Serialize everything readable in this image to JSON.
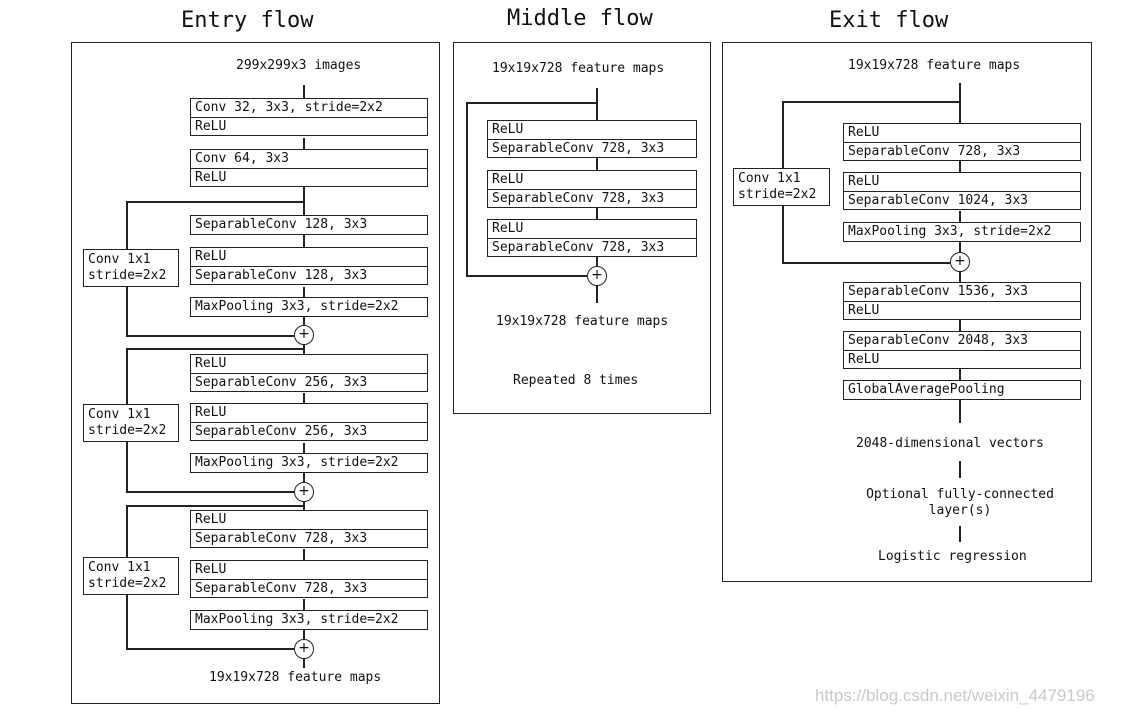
{
  "titles": {
    "entry": "Entry flow",
    "middle": "Middle flow",
    "exit": "Exit flow"
  },
  "entry": {
    "input": "299x299x3 images",
    "output": "19x19x728 feature maps",
    "conv1": [
      "Conv 32, 3x3, stride=2x2",
      "ReLU"
    ],
    "conv2": [
      "Conv 64, 3x3",
      "ReLU"
    ],
    "b1": {
      "sep1": "SeparableConv 128, 3x3",
      "relu2": "ReLU",
      "sep2": "SeparableConv 128, 3x3",
      "pool": "MaxPooling 3x3, stride=2x2",
      "skip": [
        "Conv 1x1",
        "stride=2x2"
      ]
    },
    "b2": {
      "relu1": "ReLU",
      "sep1": "SeparableConv 256, 3x3",
      "relu2": "ReLU",
      "sep2": "SeparableConv 256, 3x3",
      "pool": "MaxPooling 3x3, stride=2x2",
      "skip": [
        "Conv 1x1",
        "stride=2x2"
      ]
    },
    "b3": {
      "relu1": "ReLU",
      "sep1": "SeparableConv 728, 3x3",
      "relu2": "ReLU",
      "sep2": "SeparableConv 728, 3x3",
      "pool": "MaxPooling 3x3, stride=2x2",
      "skip": [
        "Conv 1x1",
        "stride=2x2"
      ]
    }
  },
  "middle": {
    "input": "19x19x728 feature maps",
    "relu": "ReLU",
    "sep": "SeparableConv 728, 3x3",
    "output": "19x19x728 feature maps",
    "repeat": "Repeated 8 times"
  },
  "exit": {
    "input": "19x19x728 feature maps",
    "relu1": "ReLU",
    "sep1": "SeparableConv 728, 3x3",
    "relu2": "ReLU",
    "sep2": "SeparableConv 1024, 3x3",
    "pool": "MaxPooling 3x3, stride=2x2",
    "skip": [
      "Conv 1x1",
      "stride=2x2"
    ],
    "sep3": "SeparableConv 1536, 3x3",
    "relu3": "ReLU",
    "sep4": "SeparableConv 2048, 3x3",
    "relu4": "ReLU",
    "gap": "GlobalAveragePooling",
    "vectors": "2048-dimensional vectors",
    "fc": "Optional fully-connected layer(s)",
    "logistic": "Logistic regression"
  },
  "plus_symbol": "+",
  "watermark": "https://blog.csdn.net/weixin_4479196"
}
